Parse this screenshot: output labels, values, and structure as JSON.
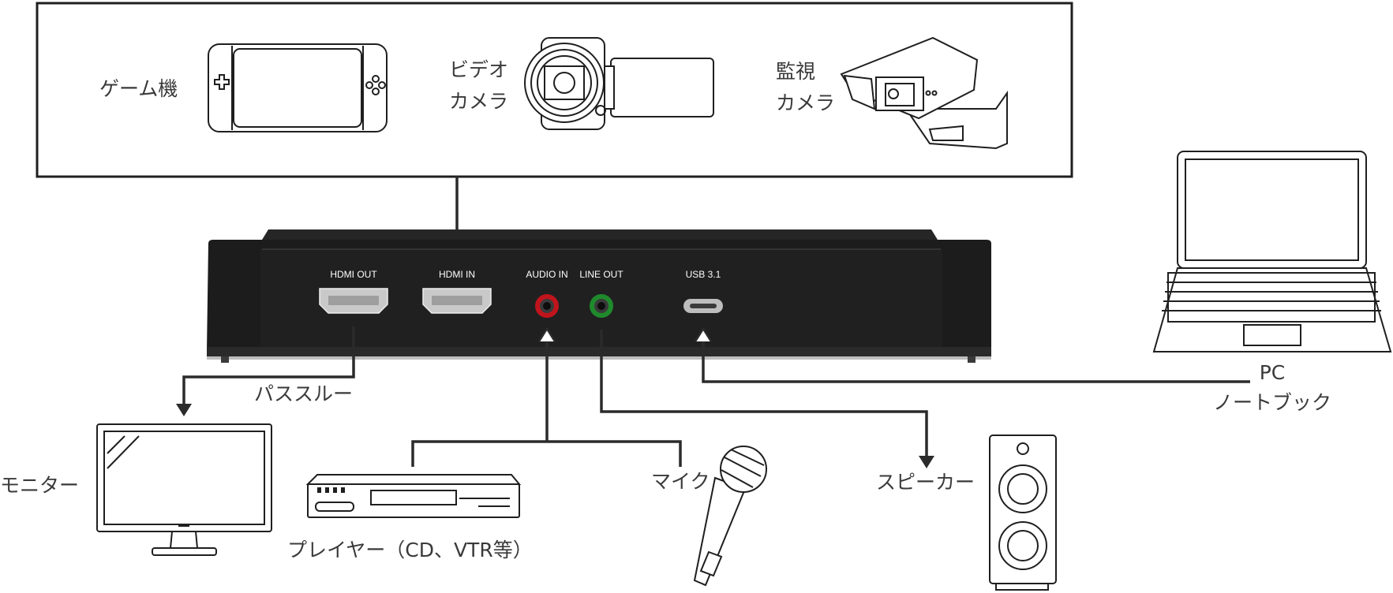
{
  "sources": {
    "game": "ゲーム機",
    "video_camera_1": "ビデオ",
    "video_camera_2": "カメラ",
    "security_camera_1": "監視",
    "security_camera_2": "カメラ"
  },
  "ports": {
    "hdmi_out": "HDMI OUT",
    "hdmi_in": "HDMI IN",
    "audio_in": "AUDIO IN",
    "line_out": "LINE OUT",
    "usb": "USB 3.1"
  },
  "devices": {
    "passthrough": "パススルー",
    "monitor": "モニター",
    "player": "プレイヤー（CD、VTR等）",
    "mic": "マイク",
    "speaker": "スピーカー",
    "pc_1": "PC",
    "pc_2": "ノートブック"
  },
  "colors": {
    "device_body": "#1c1c1c",
    "audio_in_ring": "#c0141c",
    "line_out_ring": "#1f8a2c",
    "line": "#2b2b2b"
  }
}
